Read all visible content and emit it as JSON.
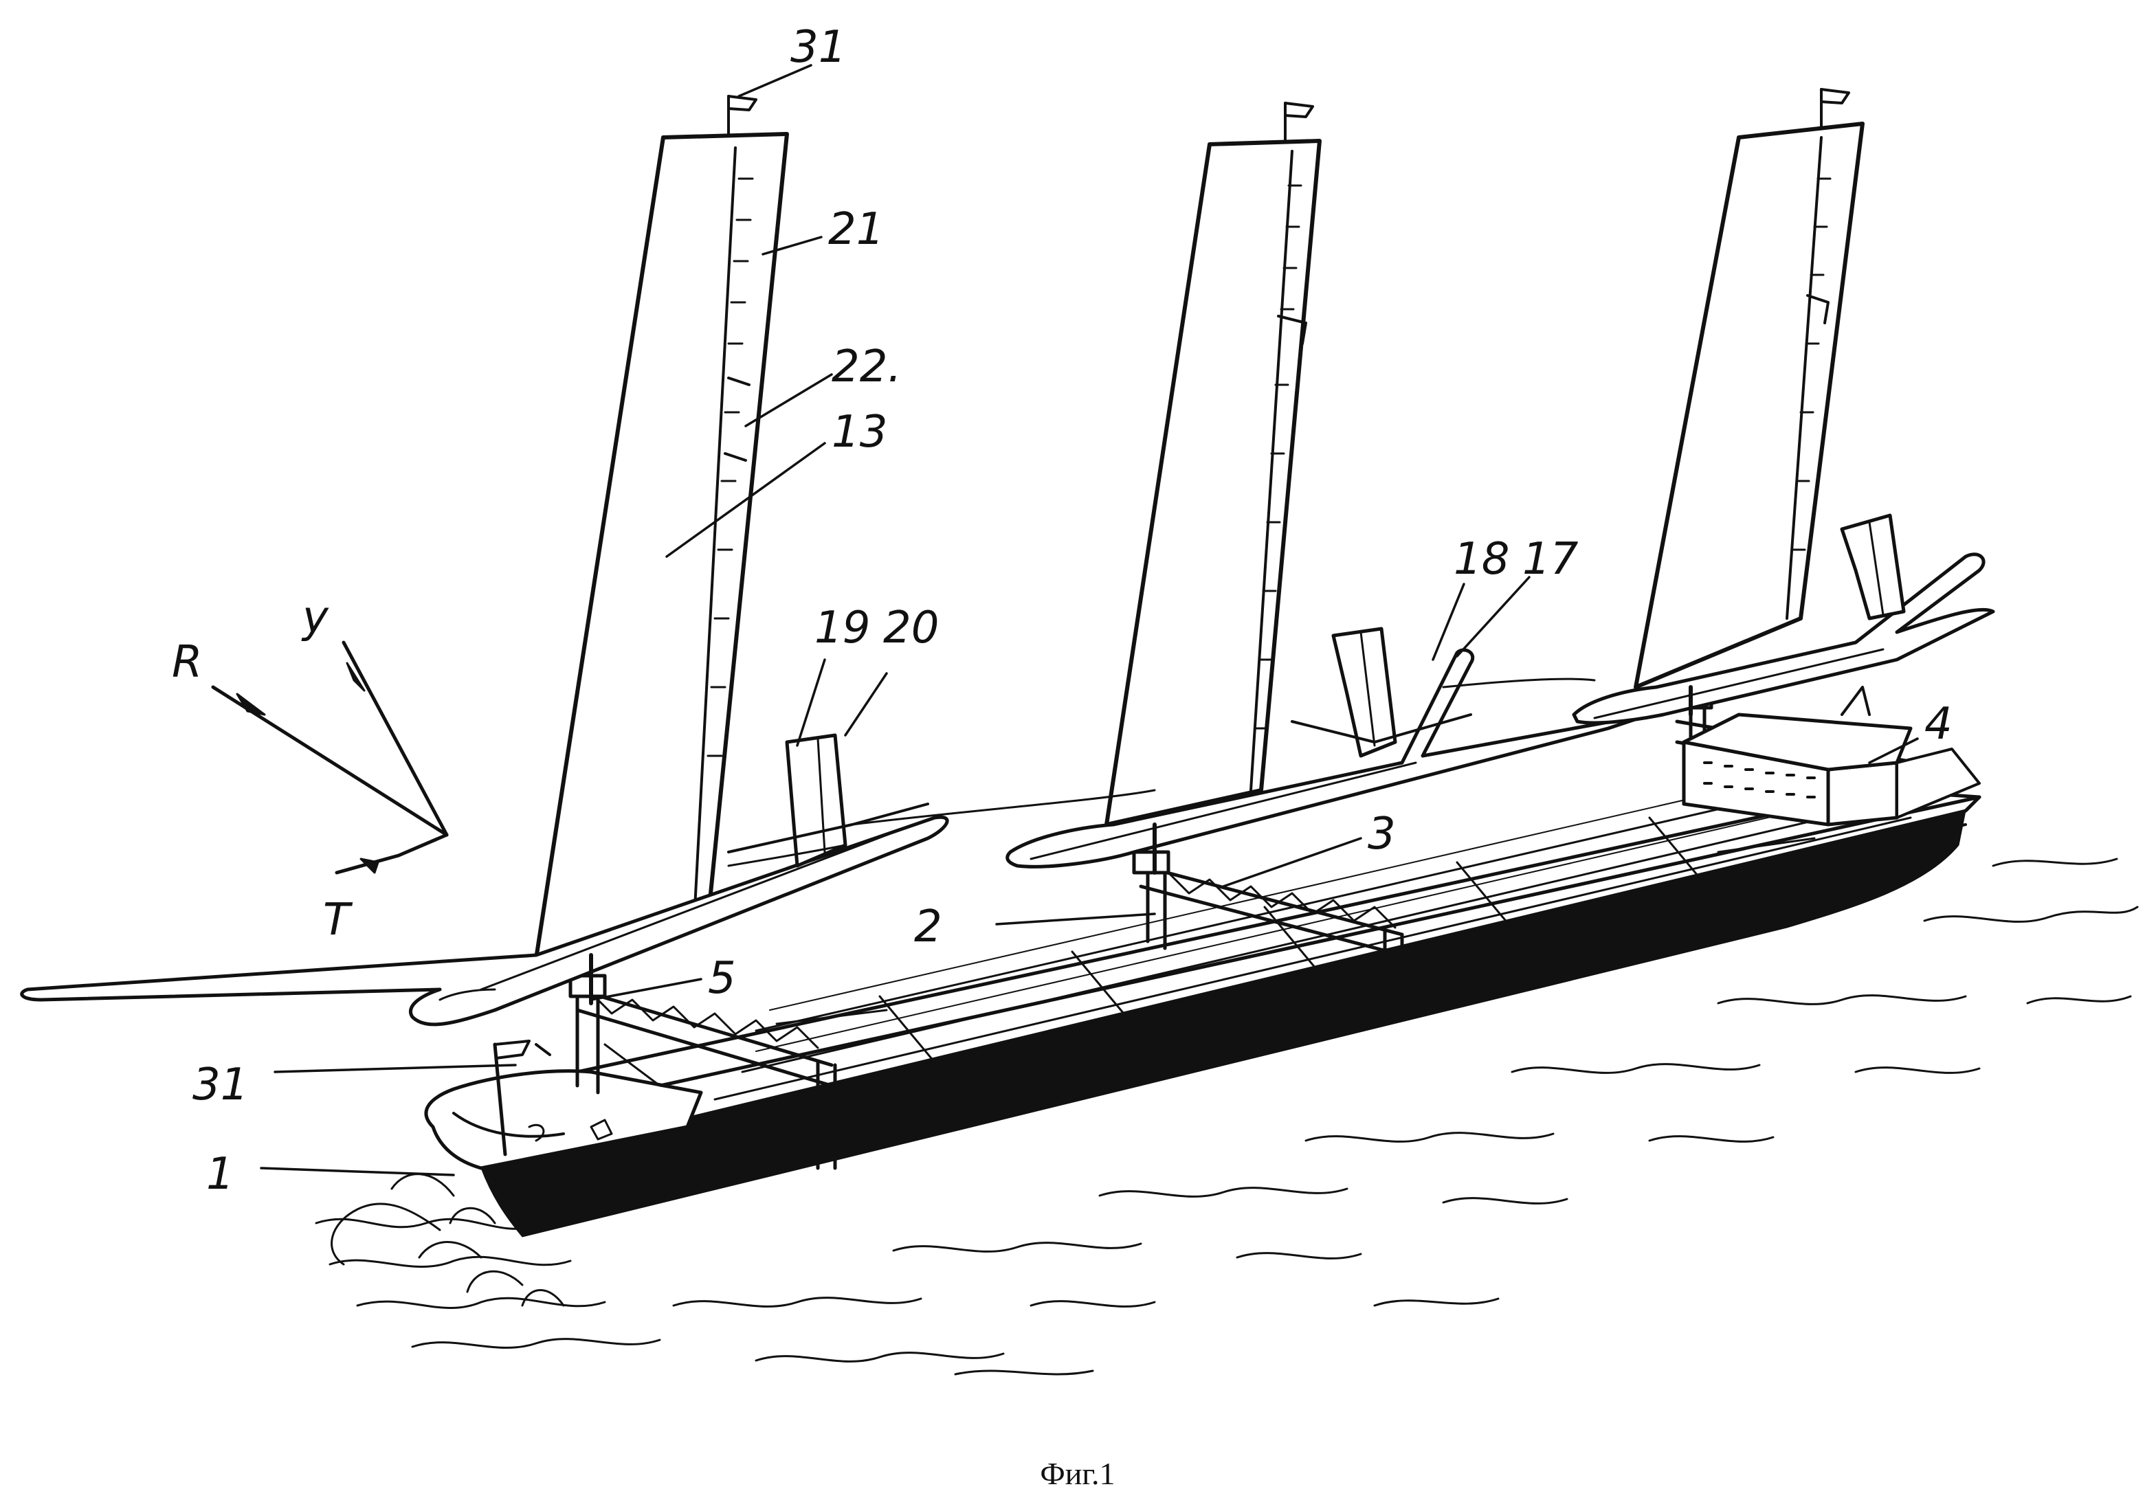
{
  "figure": {
    "caption": "Фиг.1",
    "colors": {
      "ink": "#111111",
      "paper": "#ffffff"
    },
    "labels": {
      "l31_top": "31",
      "l21": "21",
      "l22": "22.",
      "l13": "13",
      "l19": "19",
      "l20": "20",
      "l18": "18",
      "l17": "17",
      "l3": "3",
      "l2": "2",
      "l4": "4",
      "l5": "5",
      "l31_bow": "31",
      "l1": "1",
      "axis_r": "R",
      "axis_y": "y",
      "axis_t": "T"
    }
  }
}
